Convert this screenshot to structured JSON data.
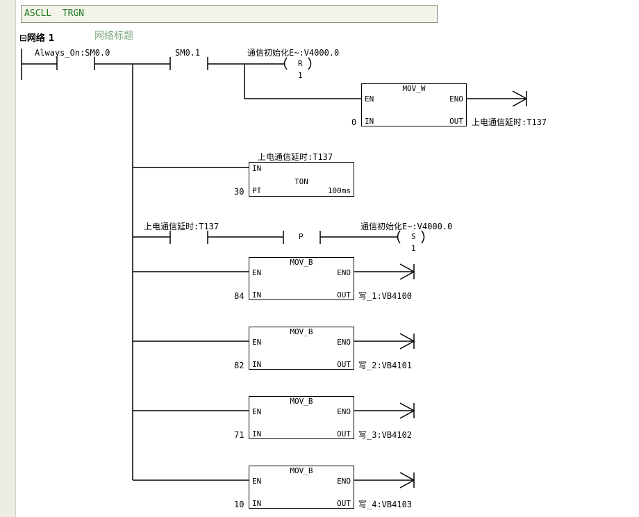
{
  "title_bar": {
    "text": "ASCLL  TRGN"
  },
  "network": {
    "header": "网络 1",
    "collapse_glyph": "⊟",
    "comment": "网络标题"
  },
  "contacts": {
    "always_on": "Always_On:SM0.0",
    "sm01": "SM0.1",
    "delay_t137": "上电通信延时:T137",
    "p_letter": "P"
  },
  "coils": {
    "reset": {
      "label": "通信初始化E~:V4000.0",
      "letter": "R",
      "count": "1"
    },
    "set": {
      "label": "通信初始化E~:V4000.0",
      "letter": "S",
      "count": "1"
    }
  },
  "mov_w": {
    "name": "MOV_W",
    "en": "EN",
    "eno": "ENO",
    "in_pin": "IN",
    "out_pin": "OUT",
    "in_value": "0",
    "out_value": "上电通信延时:T137"
  },
  "ton": {
    "label": "上电通信延时:T137",
    "name": "TON",
    "in_pin": "IN",
    "pt_pin": "PT",
    "pt_value": "30",
    "base": "100ms"
  },
  "mov_b": [
    {
      "name": "MOV_B",
      "en": "EN",
      "eno": "ENO",
      "in_pin": "IN",
      "out_pin": "OUT",
      "in_value": "84",
      "out_value": "写_1:VB4100"
    },
    {
      "name": "MOV_B",
      "en": "EN",
      "eno": "ENO",
      "in_pin": "IN",
      "out_pin": "OUT",
      "in_value": "82",
      "out_value": "写_2:VB4101"
    },
    {
      "name": "MOV_B",
      "en": "EN",
      "eno": "ENO",
      "in_pin": "IN",
      "out_pin": "OUT",
      "in_value": "71",
      "out_value": "写_3:VB4102"
    },
    {
      "name": "MOV_B",
      "en": "EN",
      "eno": "ENO",
      "in_pin": "IN",
      "out_pin": "OUT",
      "in_value": "10",
      "out_value": "写_4:VB4103"
    }
  ]
}
